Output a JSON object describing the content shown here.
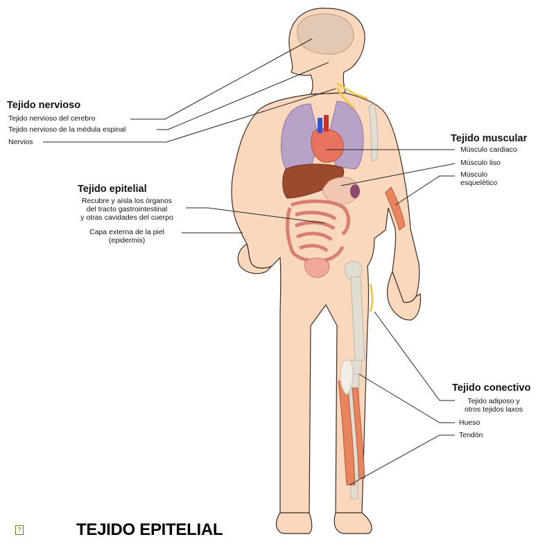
{
  "diagram": {
    "groups": {
      "nervioso": {
        "title": "Tejido nervioso",
        "items": [
          "Tejido nervioso del cerebro",
          "Tejido nervioso de la médula espinal",
          "Nervios"
        ]
      },
      "epitelial": {
        "title": "Tejido epitelial",
        "items": [
          "Recubre y aísla los órganos",
          "del tracto gastrointestinal",
          "y otras cavidades del cuerpo",
          "Capa externa de la piel",
          "(epidermis)"
        ]
      },
      "muscular": {
        "title": "Tejido muscular",
        "items": [
          "Músculo cardiaco",
          "Músculo liso",
          "Músculo",
          "esquelético"
        ]
      },
      "conectivo": {
        "title": "Tejido conectivo",
        "items": [
          "Tejido adiposo y",
          "otros tejidos laxos",
          "Hueso",
          "Tendón"
        ]
      }
    },
    "colors": {
      "skin": "#f9d8bd",
      "skin_outline": "#3a2a22",
      "brain": "#e3c9b4",
      "lungs": "#b9a2c8",
      "heart": "#e8735e",
      "liver": "#9c4a2c",
      "stomach": "#f1c6b3",
      "intestine": "#f0a89a",
      "muscle": "#e8845e",
      "bone": "#e2ddd2",
      "nerve": "#f2c94c",
      "leader_line": "#222222"
    }
  },
  "bottom": {
    "bullet_icon": "question-box-icon",
    "bullet_glyph": "?",
    "heading": "TEJIDO EPITELIAL"
  }
}
